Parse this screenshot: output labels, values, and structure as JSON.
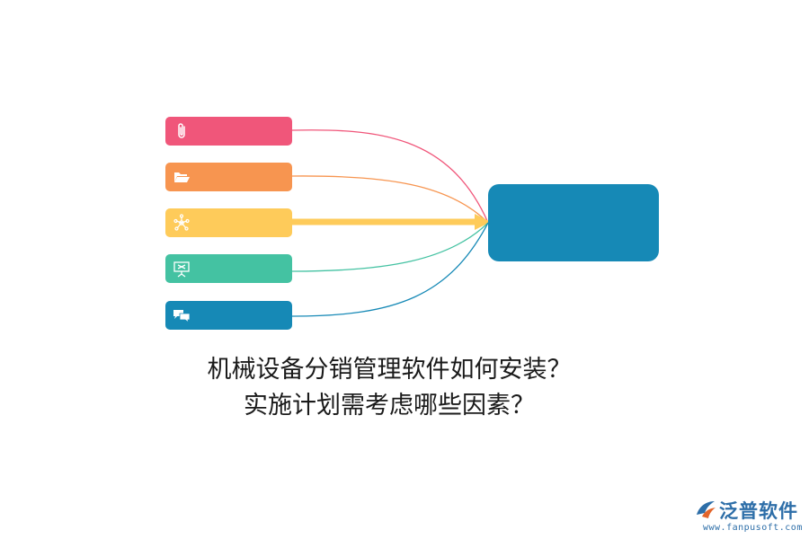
{
  "diagram": {
    "sources": [
      {
        "icon": "paperclip-icon",
        "color": "#f0567a"
      },
      {
        "icon": "folder-open-icon",
        "color": "#f79550"
      },
      {
        "icon": "network-icon",
        "color": "#fecb5a"
      },
      {
        "icon": "presentation-board-icon",
        "color": "#44c2a2"
      },
      {
        "icon": "chat-bubbles-icon",
        "color": "#1689b6"
      }
    ],
    "target": {
      "color": "#1689b6"
    }
  },
  "caption": {
    "line1": "机械设备分销管理软件如何安装？",
    "line2": "实施计划需考虑哪些因素？"
  },
  "brand": {
    "name": "泛普软件",
    "url": "www.fanpusoft.com",
    "colors": {
      "text": "#2d6ea8",
      "accent": "#e3652b"
    }
  }
}
